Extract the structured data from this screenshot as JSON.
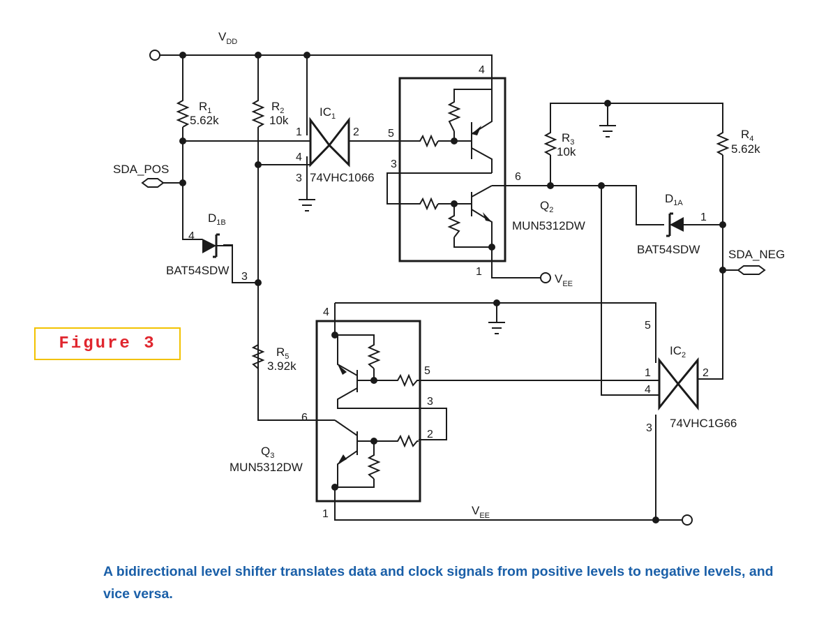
{
  "figure": {
    "label": "Figure 3",
    "caption": "A bidirectional level shifter translates data and clock signals from positive levels to negative levels, and vice versa."
  },
  "colors": {
    "caption": "#1a5fa8",
    "figure_label": "#e0262e",
    "figure_border": "#f2c200",
    "ink": "#1a1a1a"
  },
  "rails": {
    "vdd": {
      "main": "V",
      "sub": "DD"
    },
    "vee_top": {
      "main": "V",
      "sub": "EE"
    },
    "vee_bottom": {
      "main": "V",
      "sub": "EE"
    }
  },
  "signals": {
    "sda_pos": "SDA_POS",
    "sda_neg": "SDA_NEG"
  },
  "resistors": {
    "r1": {
      "ref": "R",
      "sub": "1",
      "value": "5.62k"
    },
    "r2": {
      "ref": "R",
      "sub": "2",
      "value": "10k"
    },
    "r3": {
      "ref": "R",
      "sub": "3",
      "value": "10k"
    },
    "r4": {
      "ref": "R",
      "sub": "4",
      "value": "5.62k"
    },
    "r5": {
      "ref": "R",
      "sub": "5",
      "value": "3.92k"
    }
  },
  "ics": {
    "ic1": {
      "ref": "IC",
      "sub": "1",
      "part": "74VHC1066",
      "pins": [
        "1",
        "2",
        "3",
        "4"
      ]
    },
    "ic2": {
      "ref": "IC",
      "sub": "2",
      "part": "74VHC1G66",
      "pins": [
        "1",
        "2",
        "3",
        "4",
        "5"
      ]
    }
  },
  "transistors": {
    "q2": {
      "ref": "Q",
      "sub": "2",
      "part": "MUN5312DW",
      "pins": [
        "1",
        "3",
        "4",
        "5",
        "6"
      ]
    },
    "q3": {
      "ref": "Q",
      "sub": "3",
      "part": "MUN5312DW",
      "pins": [
        "1",
        "2",
        "3",
        "4",
        "5",
        "6"
      ]
    }
  },
  "diodes": {
    "d1a": {
      "ref": "D",
      "sub": "1A",
      "part": "BAT54SDW",
      "pin": "1"
    },
    "d1b": {
      "ref": "D",
      "sub": "1B",
      "part": "BAT54SDW",
      "pins": [
        "3",
        "4"
      ]
    }
  }
}
